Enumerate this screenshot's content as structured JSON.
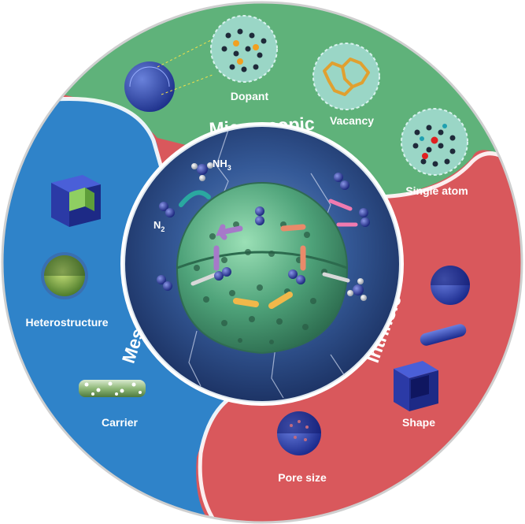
{
  "sections": {
    "microscopic": "Microscopic",
    "mesoscopic": "Mesoscopic",
    "intrinsic": "Intrinsic"
  },
  "labels": {
    "dopant": "Dopant",
    "vacancy": "Vacancy",
    "single_atom": "Single atom",
    "heterostructure": "Heterostructure",
    "carrier": "Carrier",
    "shape": "Shape",
    "pore_size": "Pore size"
  },
  "molecules": {
    "nh3": "NH",
    "nh3_sub": "3",
    "n2": "N",
    "n2_sub": "2"
  },
  "colors": {
    "microscopic_green": "#5fb27a",
    "mesoscopic_blue": "#2f83c9",
    "intrinsic_red": "#d9585c",
    "core_blue": "#2a4a86",
    "shell_green": "#4fa37a",
    "n_atom": "#2e3c9c"
  }
}
